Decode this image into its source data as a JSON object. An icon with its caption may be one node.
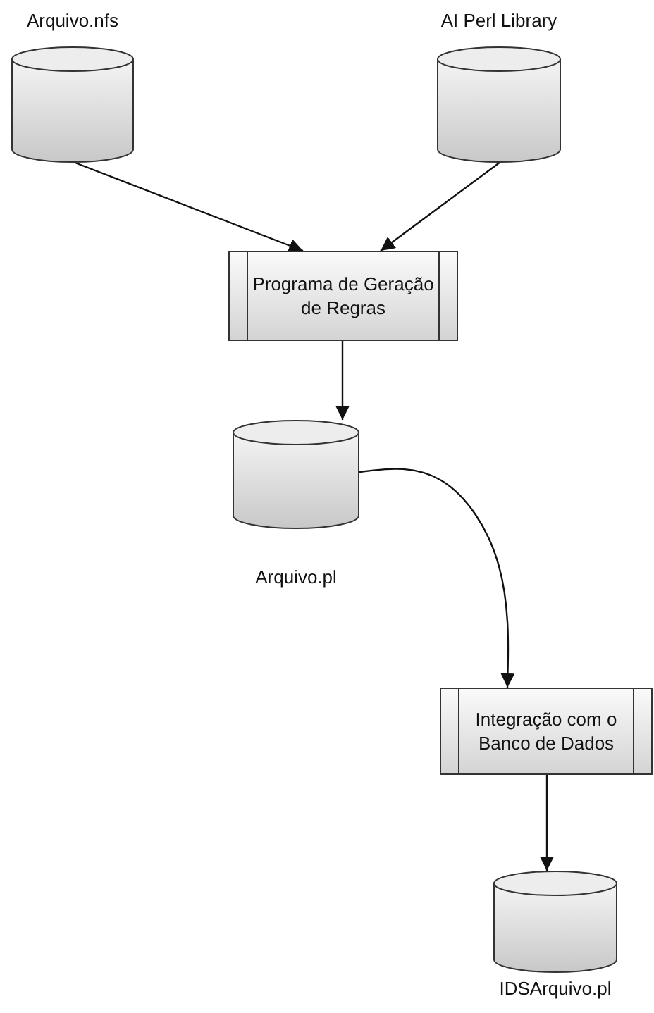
{
  "diagram": {
    "nodes": [
      {
        "text": [
          "Arquivo.nfs"
        ]
      },
      {
        "text": [
          "AI Perl Library"
        ]
      },
      {
        "text": [
          "Programa de Geração de Regras"
        ]
      },
      {
        "text": [
          "Arquivo.pl"
        ]
      },
      {
        "text": [
          "Integração com o Banco de Dados"
        ]
      },
      {
        "text": [
          "IDSArquivo.pl"
        ]
      }
    ],
    "edges": [
      {
        "from": 0,
        "to": 2,
        "arrow": "to"
      },
      {
        "from": 1,
        "to": 2,
        "arrow": "to"
      },
      {
        "from": 2,
        "to": 3,
        "arrow": "to"
      },
      {
        "from": 3,
        "to": 4,
        "arrow": "to"
      },
      {
        "from": 4,
        "to": 5,
        "arrow": "to"
      }
    ]
  }
}
